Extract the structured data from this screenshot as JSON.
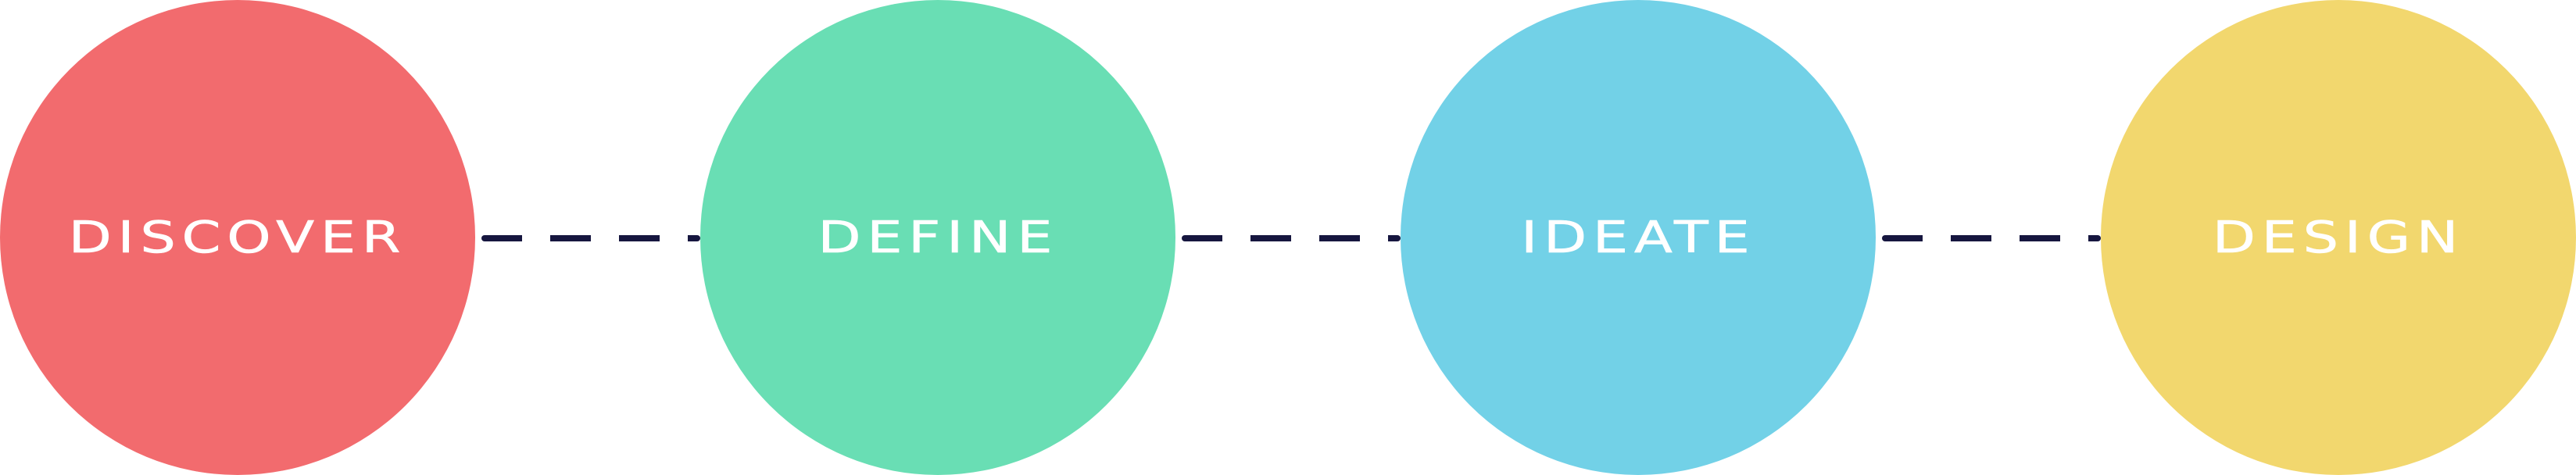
{
  "stages": [
    {
      "label": "DISCOVER",
      "color": "#f26b6e"
    },
    {
      "label": "DEFINE",
      "color": "#69deb4"
    },
    {
      "label": "IDEATE",
      "color": "#72d1e7"
    },
    {
      "label": "DESIGN",
      "color": "#f2d76e"
    }
  ],
  "connector_color": "#16163f"
}
